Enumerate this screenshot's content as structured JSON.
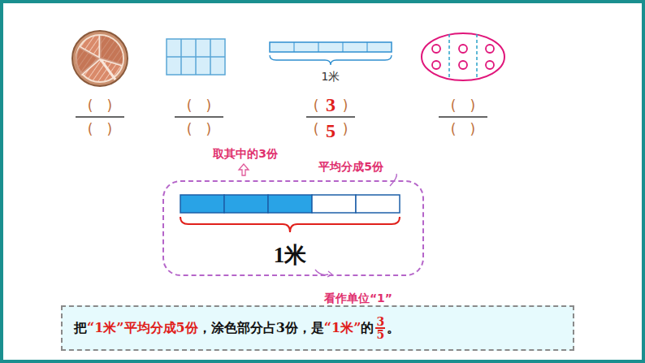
{
  "diagram": {
    "nodes": [
      {
        "text": [
          "1米"
        ]
      },
      {
        "text": [
          "把",
          "“1米”",
          "平均分成5份",
          "，涂色部分占3份，是",
          "“1米”",
          "的",
          "3",
          "5",
          "。"
        ]
      }
    ],
    "labels": [
      "1米",
      "(　)",
      "(　)",
      "(　)",
      "(　)",
      "(",
      "3",
      ")",
      "(",
      "5",
      ")",
      "(　)",
      "(　)",
      "取其中的3份",
      "平均分成5份",
      "看作单位“1”"
    ]
  }
}
